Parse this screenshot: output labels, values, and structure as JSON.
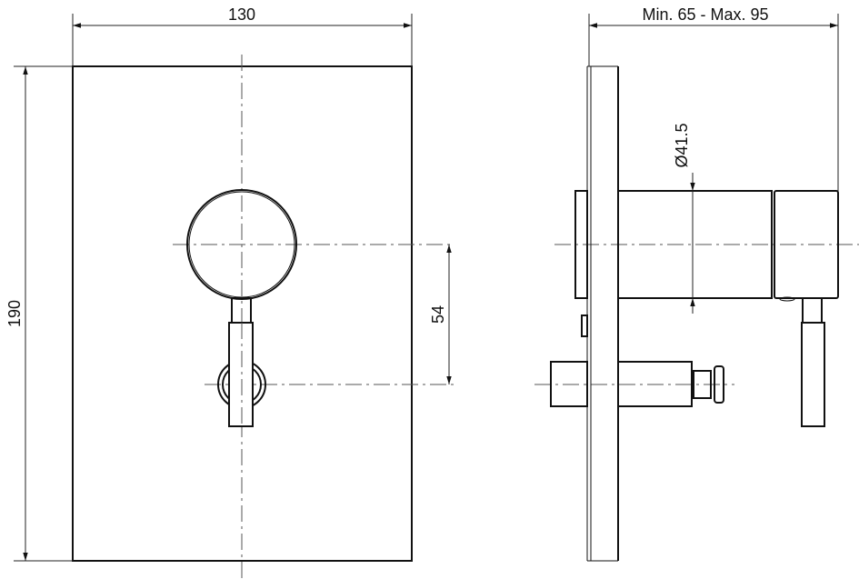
{
  "drawing": {
    "front_view": {
      "width_dimension": "130",
      "height_dimension": "190",
      "offset_dimension": "54"
    },
    "side_view": {
      "depth_dimension": "Min. 65 - Max. 95",
      "diameter_dimension": "Ø41.5"
    }
  }
}
